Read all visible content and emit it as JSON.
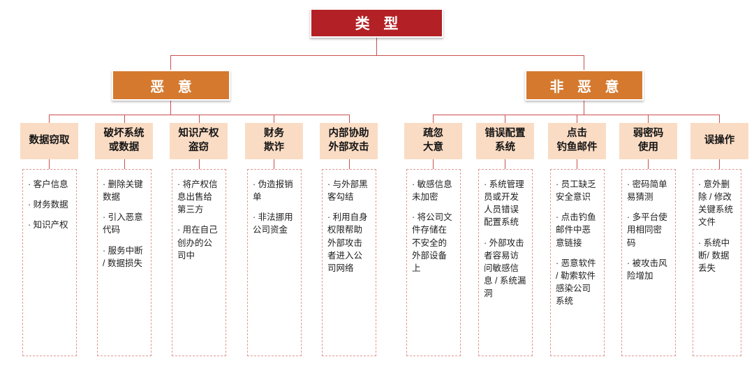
{
  "diagram": {
    "type": "org-tree",
    "colors": {
      "root_fill": "#b32025",
      "level2_fill": "#d4792e",
      "level3_fill": "#fadcc4",
      "connector": "#c9504f",
      "detail_border": "#e09a94",
      "background": "#ffffff"
    },
    "root": {
      "label": "类 型"
    },
    "branches": [
      {
        "id": "malicious",
        "label": "恶 意",
        "categories": [
          {
            "id": "data-theft",
            "title": "数据窃取",
            "items": [
              "· 客户信息",
              "· 财务数据",
              "· 知识产权"
            ]
          },
          {
            "id": "destroy-system-or-data",
            "title": "破坏系统\n或数据",
            "title_lines": [
              "破坏系统",
              "或数据"
            ],
            "items": [
              "· 删除关键数据",
              "· 引入恶意代码",
              "· 服务中断 / 数据损失"
            ]
          },
          {
            "id": "ip-theft",
            "title": "知识产权\n盗窃",
            "title_lines": [
              "知识产权",
              "盗窃"
            ],
            "items": [
              "· 将产权信息出售给第三方",
              "· 用在自己创办的公司中"
            ]
          },
          {
            "id": "financial-fraud",
            "title": "财务\n欺诈",
            "title_lines": [
              "财务",
              "欺诈"
            ],
            "items": [
              "· 伪造报销单",
              "· 非法挪用公司资金"
            ]
          },
          {
            "id": "internal-assist-external-attack",
            "title": "内部协助\n外部攻击",
            "title_lines": [
              "内部协助",
              "外部攻击"
            ],
            "items": [
              "· 与外部黑客勾结",
              "· 利用自身权限帮助外部攻击者进入公司网络"
            ]
          }
        ]
      },
      {
        "id": "non-malicious",
        "label": "非 恶 意",
        "categories": [
          {
            "id": "negligence",
            "title": "疏忽\n大意",
            "title_lines": [
              "疏忽",
              "大意"
            ],
            "items": [
              "· 敏感信息未加密",
              "· 将公司文件存储在不安全的外部设备上"
            ]
          },
          {
            "id": "misconfiguration",
            "title": "错误配置\n系统",
            "title_lines": [
              "错误配置",
              "系统"
            ],
            "items": [
              "· 系统管理员或开发人员错误配置系统",
              "· 外部攻击者容易访问敏感信息 / 系统漏洞"
            ]
          },
          {
            "id": "phishing-click",
            "title": "点击\n钓鱼邮件",
            "title_lines": [
              "点击",
              "钓鱼邮件"
            ],
            "items": [
              "· 员工缺乏安全意识",
              "· 点击钓鱼邮件中恶意链接",
              "· 恶意软件 / 勒索软件感染公司系统"
            ]
          },
          {
            "id": "weak-password",
            "title": "弱密码\n使用",
            "title_lines": [
              "弱密码",
              "使用"
            ],
            "items": [
              "· 密码简单易猜测",
              "· 多平台使用相同密码",
              "· 被攻击风险增加"
            ]
          },
          {
            "id": "misoperation",
            "title": "误操作",
            "title_lines": [
              "误操作"
            ],
            "items": [
              "· 意外删除 / 修改关键系统文件",
              "· 系统中断/ 数据丢失"
            ]
          }
        ]
      }
    ]
  }
}
